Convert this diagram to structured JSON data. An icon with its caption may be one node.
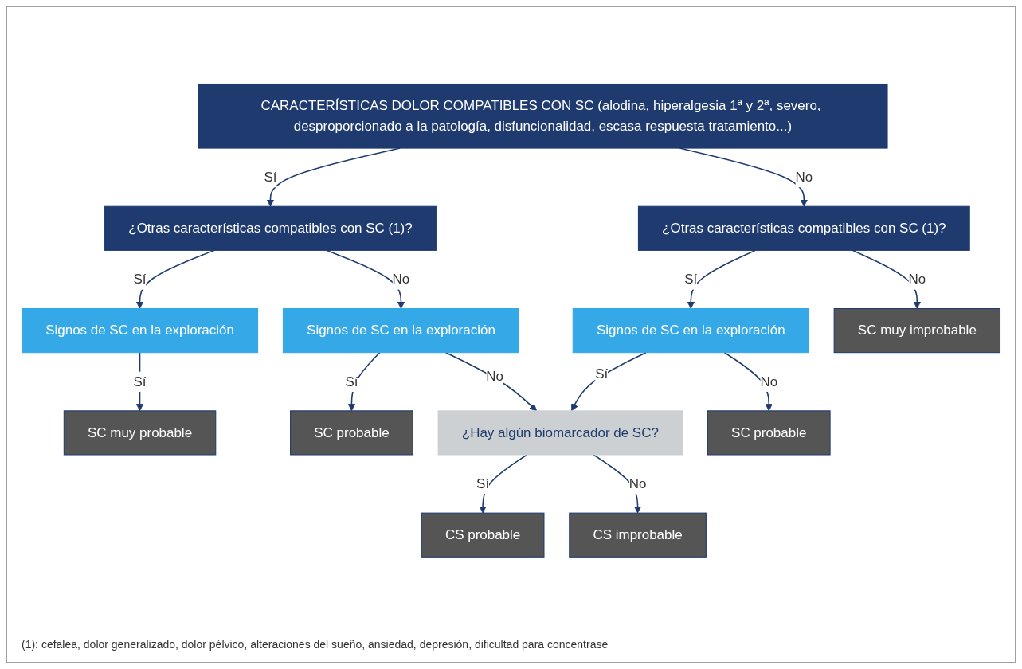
{
  "diagram": {
    "nodes": [
      {
        "text": [
          "CARACTERÍSTICAS DOLOR COMPATIBLES CON SC (alodina, hiperalgesia 1ª y 2ª, severo, desproporcionado a la patología, disfuncionalidad, escasa respuesta tratamiento...)"
        ]
      },
      {
        "text": [
          "¿Otras características compatibles con SC (1)?"
        ]
      },
      {
        "text": [
          "¿Otras características compatibles con SC (1)?"
        ]
      },
      {
        "text": [
          "Signos de SC en la exploración"
        ]
      },
      {
        "text": [
          "Signos de SC en la exploración"
        ]
      },
      {
        "text": [
          "Signos de SC en la exploración"
        ]
      },
      {
        "text": [
          "SC muy improbable"
        ]
      },
      {
        "text": [
          "SC muy probable"
        ]
      },
      {
        "text": [
          "SC probable"
        ]
      },
      {
        "text": [
          "¿Hay algún biomarcador de SC?"
        ]
      },
      {
        "text": [
          "SC probable"
        ]
      },
      {
        "text": [
          "CS probable"
        ]
      },
      {
        "text": [
          "CS improbable"
        ]
      }
    ],
    "edges": [
      {
        "from": 0,
        "to": 1,
        "arrow": "to",
        "label": "Sí"
      },
      {
        "from": 0,
        "to": 2,
        "arrow": "to",
        "label": "No"
      },
      {
        "from": 1,
        "to": 3,
        "arrow": "to",
        "label": "Sí"
      },
      {
        "from": 1,
        "to": 4,
        "arrow": "to",
        "label": "No"
      },
      {
        "from": 2,
        "to": 5,
        "arrow": "to",
        "label": "Sí"
      },
      {
        "from": 2,
        "to": 6,
        "arrow": "to",
        "label": "No"
      },
      {
        "from": 3,
        "to": 7,
        "arrow": "to",
        "label": "Sí"
      },
      {
        "from": 4,
        "to": 8,
        "arrow": "to",
        "label": "Sí"
      },
      {
        "from": 4,
        "to": 9,
        "arrow": "to",
        "label": "No"
      },
      {
        "from": 5,
        "to": 9,
        "arrow": "to",
        "label": "Sí"
      },
      {
        "from": 5,
        "to": 10,
        "arrow": "to",
        "label": "No"
      },
      {
        "from": 9,
        "to": 11,
        "arrow": "to",
        "label": "Sí"
      },
      {
        "from": 9,
        "to": 12,
        "arrow": "to",
        "label": "No"
      }
    ],
    "labels": [
      "(1): cefalea, dolor generalizado, dolor pélvico, alteraciones del sueño, ansiedad, depresión, dificultad para concentrase"
    ]
  }
}
